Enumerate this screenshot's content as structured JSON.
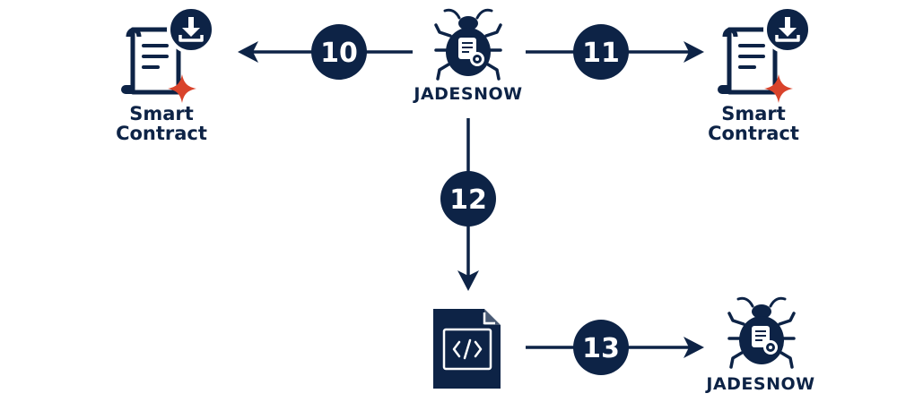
{
  "colors": {
    "navy": "#0d2346",
    "accent_red": "#d9432b",
    "white": "#ffffff"
  },
  "nodes": {
    "jadesnow_top": {
      "label": "JADESNOW",
      "icon": "bug-icon"
    },
    "jadesnow_bottom": {
      "label": "JADESNOW",
      "icon": "bug-icon"
    },
    "contract_left": {
      "label_line1": "Smart",
      "label_line2": "Contract",
      "icon": "smart-contract-download-icon"
    },
    "contract_right": {
      "label_line1": "Smart",
      "label_line2": "Contract",
      "icon": "smart-contract-download-icon"
    },
    "code_file": {
      "label": "",
      "icon": "code-file-icon"
    }
  },
  "steps": [
    {
      "number": "10"
    },
    {
      "number": "11"
    },
    {
      "number": "12"
    },
    {
      "number": "13"
    }
  ]
}
